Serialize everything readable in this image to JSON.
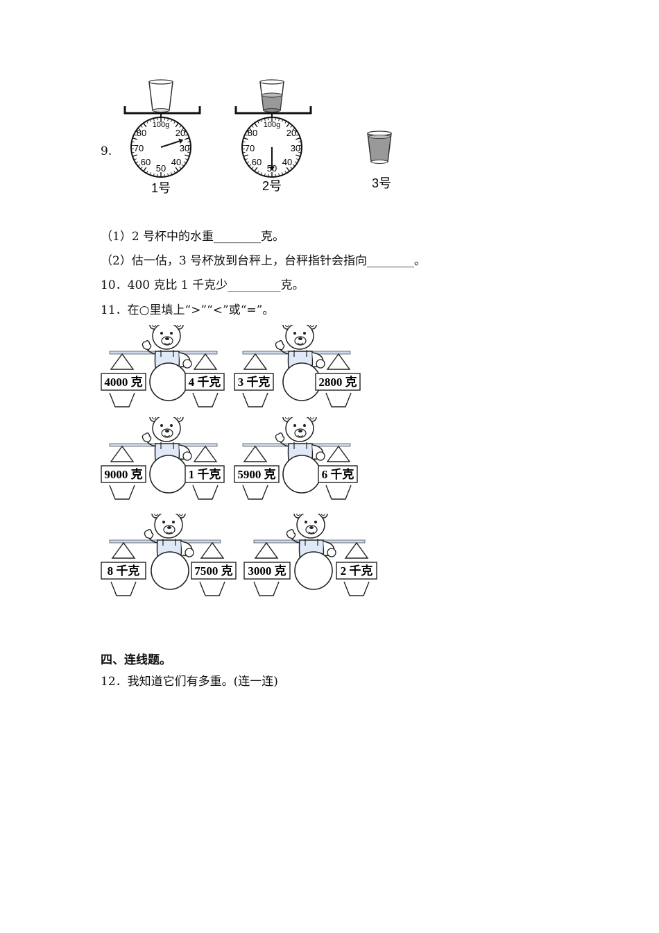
{
  "q9": {
    "number": "9.",
    "scale_unit": "100g",
    "dial_numbers": [
      "20",
      "30",
      "40",
      "50",
      "60",
      "70",
      "80"
    ],
    "cup1_label": "1号",
    "cup2_label": "2号",
    "cup3_label": "3号",
    "cup1_reading": 20,
    "cup2_reading": 50,
    "sub1": "（1）2 号杯中的水重________克。",
    "sub2": "（2）估一估，3 号杯放到台秤上，台秤指针会指向________。"
  },
  "q10": "10．400 克比 1 千克少_________克。",
  "q11": {
    "text": "11．在○里填上“>”“<”或“=”。",
    "pairs": [
      {
        "left": "4000 克",
        "right": "4 千克"
      },
      {
        "left": "3 千克",
        "right": "2800 克"
      },
      {
        "left": "9000 克",
        "right": "1 千克"
      },
      {
        "left": "5900 克",
        "right": "6 千克"
      },
      {
        "left": "8 千克",
        "right": "7500 克"
      },
      {
        "left": "3000 克",
        "right": "2 千克"
      }
    ]
  },
  "section4": "四、连线题。",
  "q12": "12．我知道它们有多重。(连一连)"
}
